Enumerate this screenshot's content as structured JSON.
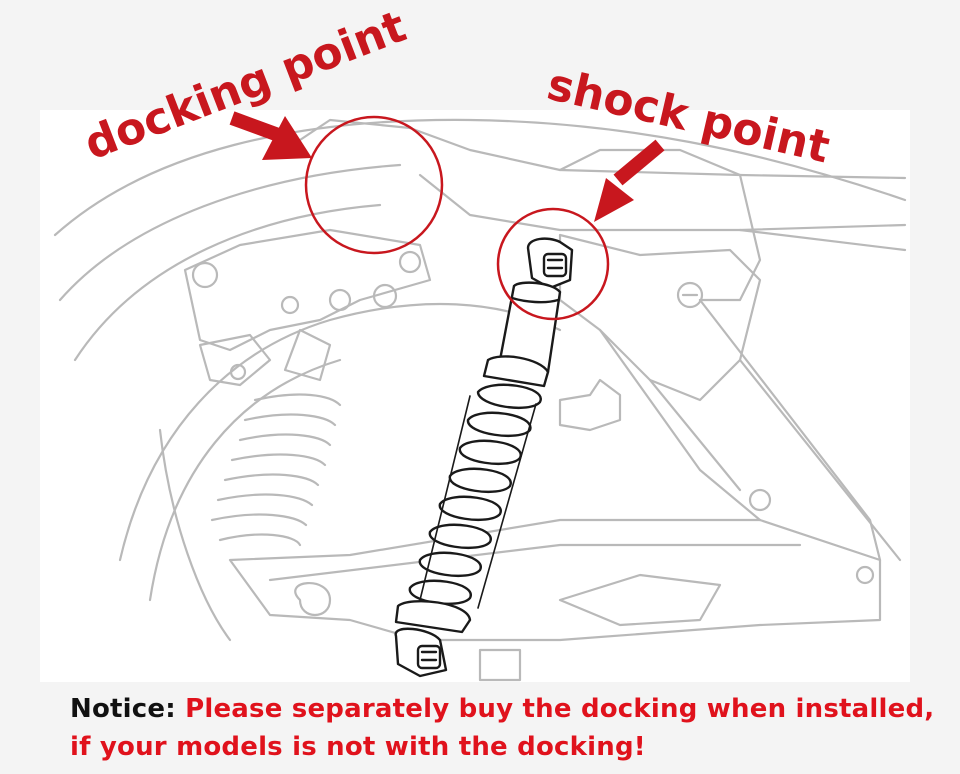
{
  "labels": {
    "docking_point": "docking point",
    "shock_point": "shock point"
  },
  "notice": {
    "label": "Notice:",
    "line1": "Please separately buy the docking when installed,",
    "line2": "if your models is not with the docking!"
  },
  "colors": {
    "accent": "#c8171e",
    "notice_text": "#e0121c",
    "drawing_line": "#b9b9b9",
    "shock_line": "#1a1a1a"
  }
}
